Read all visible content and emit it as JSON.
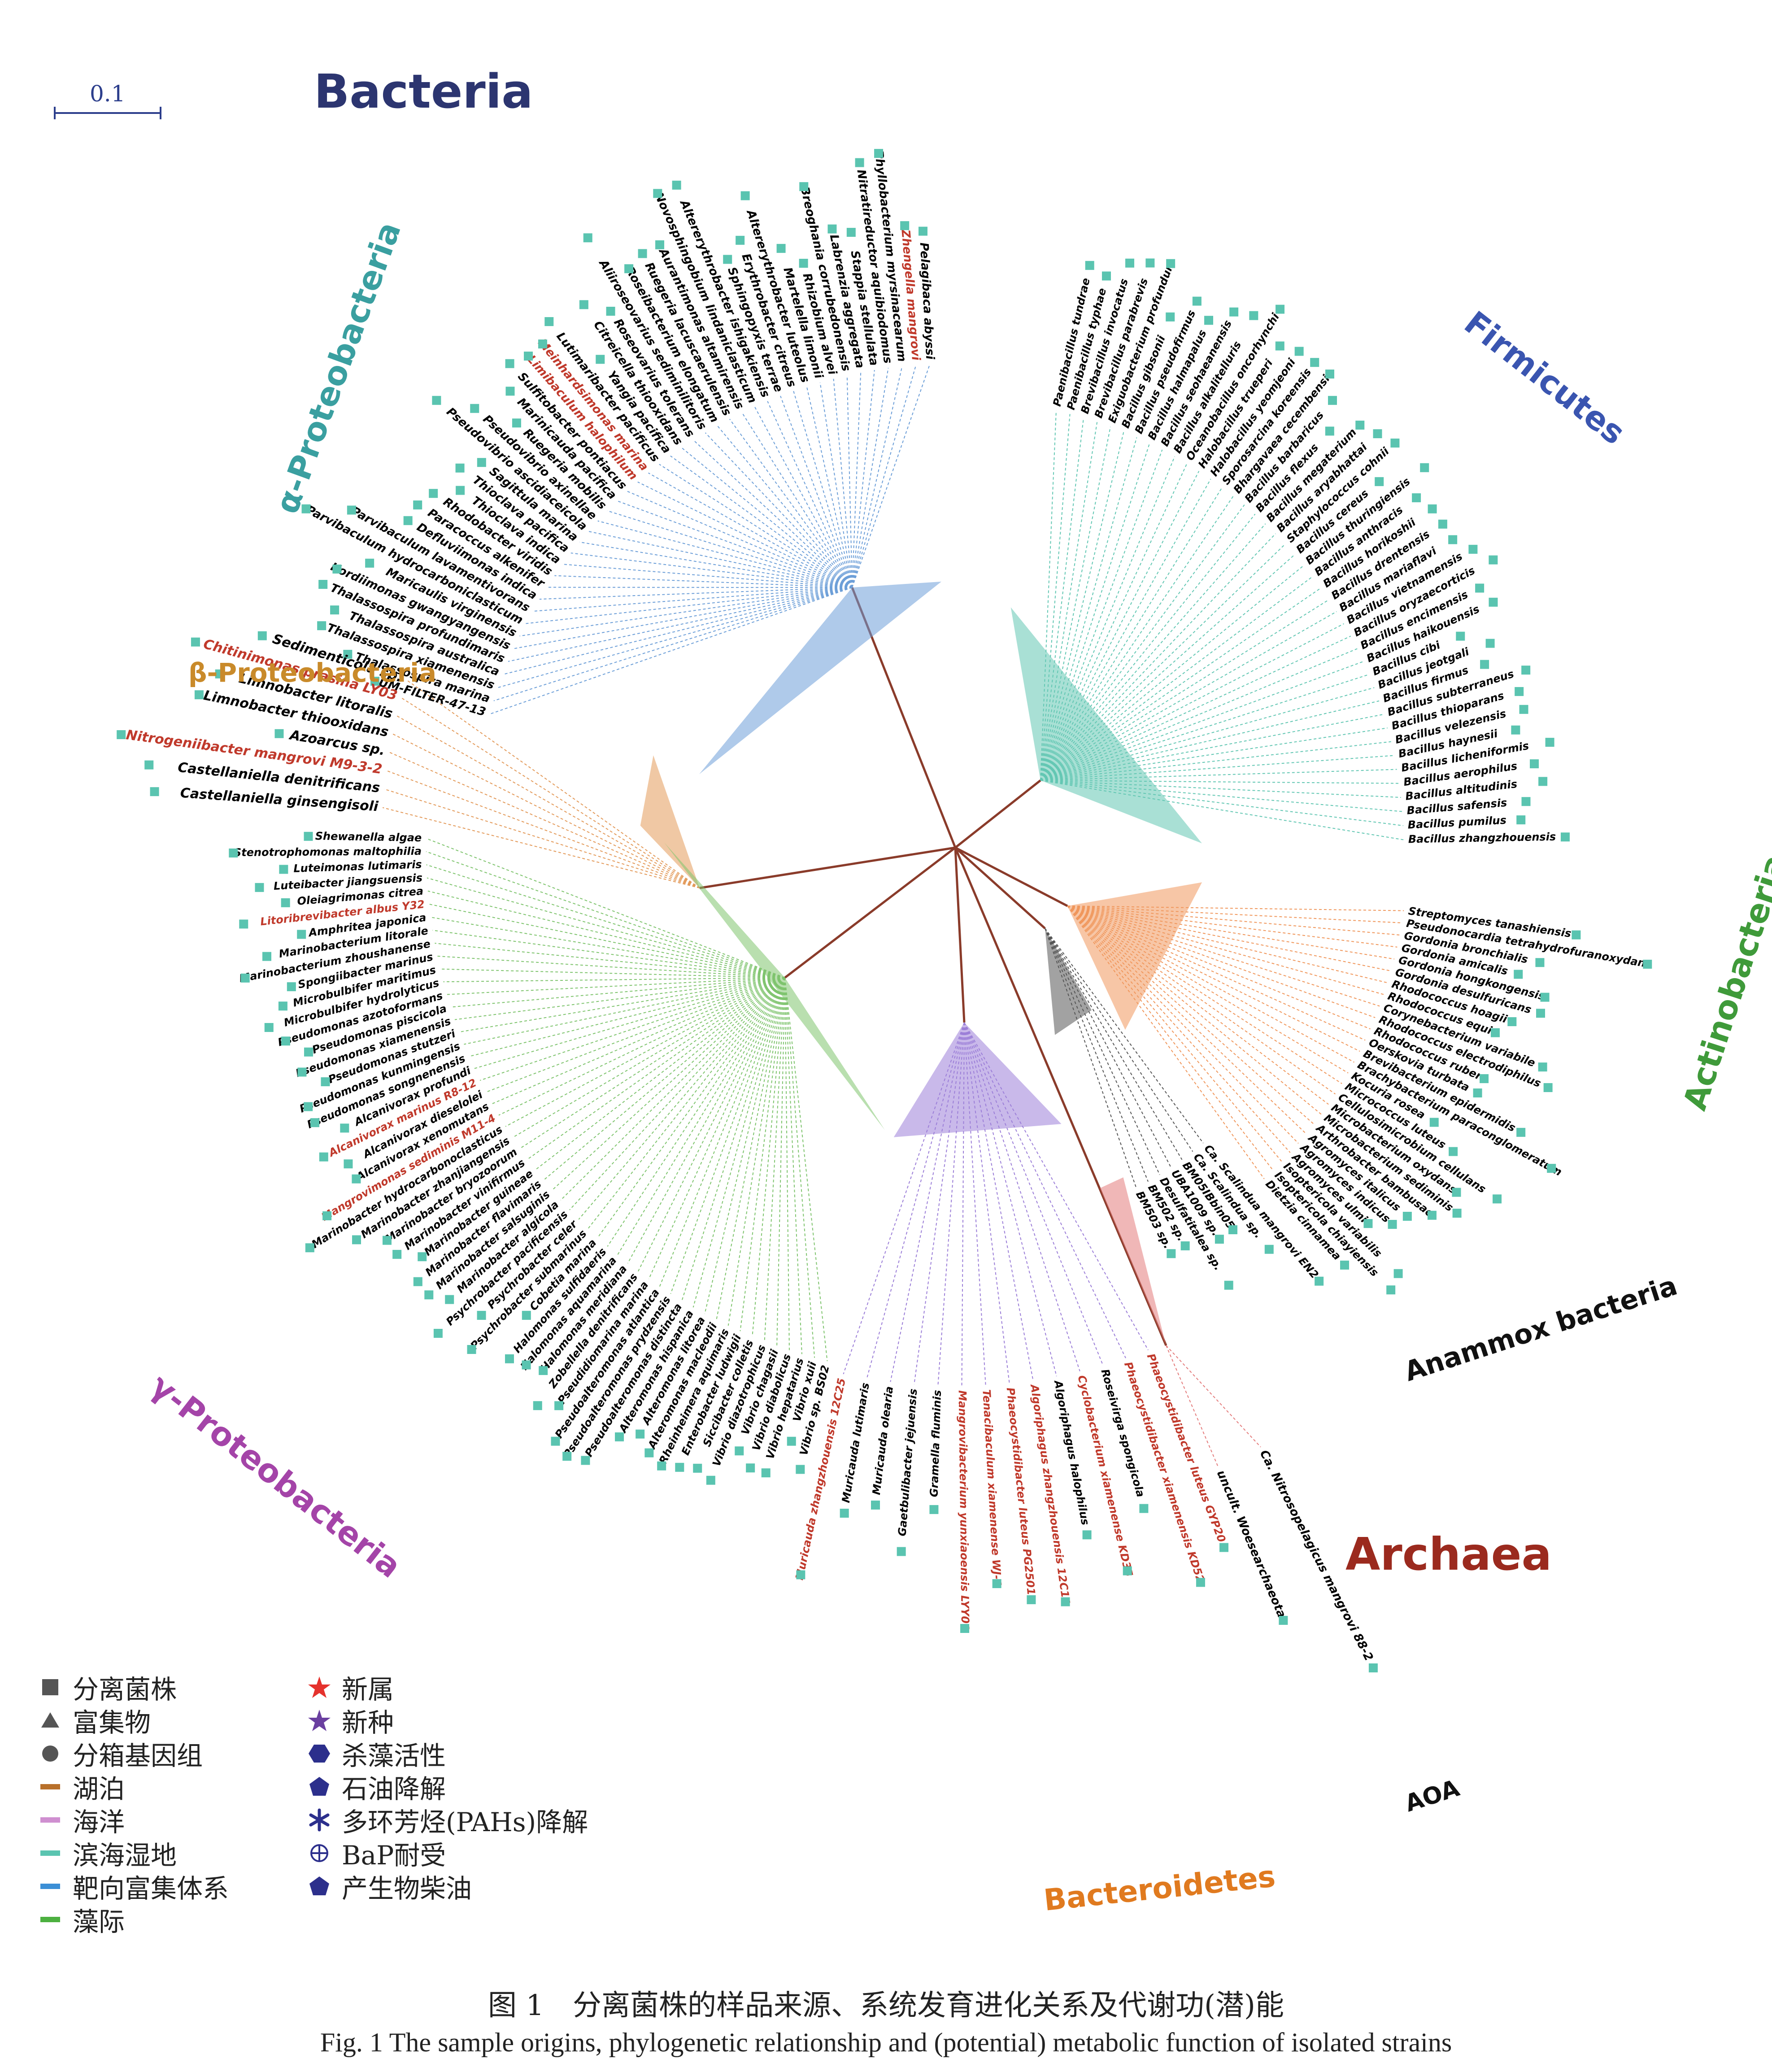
{
  "scale_bar": {
    "label": "0.1"
  },
  "groups": [
    {
      "key": "bacteria",
      "label": "Bacteria",
      "color": "#2c3570"
    },
    {
      "key": "alpha",
      "label": "α-Proteobacteria",
      "color": "#3a9fa0"
    },
    {
      "key": "beta",
      "label": "β-Proteobacteria",
      "color": "#c98a2a"
    },
    {
      "key": "gamma",
      "label": "γ-Proteobacteria",
      "color": "#a444a8"
    },
    {
      "key": "firmicutes",
      "label": "Firmicutes",
      "color": "#3a55b0"
    },
    {
      "key": "actino",
      "label": "Actinobacteria",
      "color": "#3f9a3a"
    },
    {
      "key": "anammox",
      "label": "Anammox bacteria",
      "color": "#111111"
    },
    {
      "key": "archaea",
      "label": "Archaea",
      "color": "#9b2a1e"
    },
    {
      "key": "bacteroidetes",
      "label": "Bacteroidetes",
      "color": "#e07a1f"
    },
    {
      "key": "aoa",
      "label": "AOA",
      "color": "#111111"
    }
  ],
  "leaves": {
    "alpha": [
      "UM-FILTER-47-13",
      "Thalassospira marina",
      "Thalassospira xiamenensis",
      "Thalassospira australica",
      "Thalassospira profundimaris",
      "Kordiimonas gwangyangensis",
      "Maricaulis virginensis",
      "Parvibaculum hydrocarboniclasticum",
      "Parvibaculum lavamentivorans",
      "Defluviimonas indica",
      "Paracoccus alkenifer",
      "Rhodobacter viridis",
      "Thioclava indica",
      "Thioclava pacifica",
      "Sagittula marina",
      "Pseudovibrio ascidiaceicola",
      "Pseudovibrio axinellae",
      "Ruegeria mobilis",
      "Marinicauda pacifica",
      "Sulfitobacter pontiacus",
      "Limibaculum halophilum",
      "Meinhardsimonas marina",
      "Lutimaribacter pacificus",
      "Yangia pacifica",
      "Citreicella thiooxidans",
      "Roseovarius tolerans",
      "Aliiroseovarius sediminilitoris",
      "Roseibacterium elongatum",
      "Ruegeria lacuscaerulensis",
      "Aurantimonas altamirensis",
      "Novosphingobium lindaniclasticum",
      "Altererythrobacter ishigakiensis",
      "Sphingopyxis terrae",
      "Erythrobacter citreus",
      "Altererythrobacter luteolus",
      "Martelella limonii",
      "Rhizobium alvei",
      "Breoghania corrubedonensis",
      "Labrenzia aggregata",
      "Stappia stellulata",
      "Nitratireductor aquibiodomus",
      "Phyllobacterium myrsinacearum",
      "Zhengella mangrovi",
      "Pelagibaca abyssi"
    ],
    "beta": [
      "Castellaniella ginsengisoli",
      "Castellaniella denitrificans",
      "Nitrogeniibacter mangrovi M9-3-2",
      "Azoarcus sp.",
      "Limnobacter thiooxidans",
      "Limnobacter litoralis",
      "Chitinimonas prasina LY03",
      "Sedimenticola sp."
    ],
    "gamma": [
      "Vibrio sp. BS02",
      "Vibrio xuii",
      "Vibrio hepatarius",
      "Vibrio diabolicus",
      "Vibrio chagasii",
      "Vibrio diazotrophicus",
      "Siccibacter colletis",
      "Enterobacter ludwigii",
      "Rheinheimera aquimaris",
      "Alteromonas macleodii",
      "Alteromonas litorea",
      "Alteromonas hispanica",
      "Pseudoalteromonas distincta",
      "Pseudoalteromonas prydzensis",
      "Pseudoalteromonas atlantica",
      "Pseudidiomarina marina",
      "Zobellella denitrificans",
      "Halomonas meridiana",
      "Halomonas aquamarina",
      "Halomonas sulfidaeris",
      "Cobetia marina",
      "Psychrobacter submarinus",
      "Psychrobacter celer",
      "Psychrobacter pacificensis",
      "Marinobacter algicola",
      "Marinobacter salsuginis",
      "Marinobacter flavimaris",
      "Marinobacter guineae",
      "Marinobacter vinifirmus",
      "Marinobacter bryozoorum",
      "Marinobacter zhanjiangensis",
      "Marinobacter hydrocarbonoclasticus",
      "Mangrovimonas sediminis M11-4",
      "Alcanivorax xenomutans",
      "Alcanivorax dieselolei",
      "Alcanivorax marinus R8-12",
      "Alcanivorax profundi",
      "Pseudomonas songnenensis",
      "Pseudomonas kunmingensis",
      "Pseudomonas stutzeri",
      "Pseudomonas xiamenensis",
      "Pseudomonas piscicola",
      "Pseudomonas azotoformans",
      "Microbulbifer hydrolyticus",
      "Microbulbifer maritimus",
      "Spongiibacter marinus",
      "Marinobacterium zhoushanense",
      "Marinobacterium litorale",
      "Amphritea japonica",
      "Litoribrevibacter albus Y32",
      "Oleiagrimonas citrea",
      "Luteibacter jiangsuensis",
      "Luteimonas lutimaris",
      "Stenotrophomonas maltophilia",
      "Shewanella algae"
    ],
    "firmicutes": [
      "Paenibacillus tundrae",
      "Paenibacillus typhae",
      "Brevibacillus invocatus",
      "Brevibacillus parabrevis",
      "Exiguobacterium profundum",
      "Bacillus gibsonii",
      "Bacillus pseudofirmus",
      "Bacillus halmapalus",
      "Bacillus seohaeanensis",
      "Bacillus alkalitelluris",
      "Oceanobacillus oncorhynchi",
      "Halobacillus trueperi",
      "Halobacillus yeomjeoni",
      "Sporosarcina koreensis",
      "Bhargavaea cecembensis",
      "Bacillus barbaricus",
      "Bacillus flexus",
      "Bacillus megaterium",
      "Bacillus aryabhattai",
      "Staphylococcus cohnii",
      "Bacillus cereus",
      "Bacillus thuringiensis",
      "Bacillus anthracis",
      "Bacillus horikoshii",
      "Bacillus drentensis",
      "Bacillus mariaflavi",
      "Bacillus vietnamensis",
      "Bacillus oryzaecorticis",
      "Bacillus encimensis",
      "Bacillus haikouensis",
      "Bacillus cibi",
      "Bacillus jeotgali",
      "Bacillus firmus",
      "Bacillus subterraneus",
      "Bacillus thioparans",
      "Bacillus velezensis",
      "Bacillus haynesii",
      "Bacillus licheniformis",
      "Bacillus aerophilus",
      "Bacillus altitudinis",
      "Bacillus safensis",
      "Bacillus pumilus",
      "Bacillus zhangzhouensis"
    ],
    "actino": [
      "Streptomyces tanashiensis",
      "Pseudonocardia tetrahydrofuranoxydans",
      "Gordonia bronchialis",
      "Gordonia amicalis",
      "Gordonia hongkongensis",
      "Gordonia desulfuricans",
      "Rhodococcus hoagii",
      "Rhodococcus equi",
      "Corynebacterium variabile",
      "Rhodococcus electrodiphilus",
      "Rhodococcus ruber",
      "Oerskovia turbata",
      "Brevibacterium epidermidis",
      "Brachybacterium paraconglomeratum",
      "Kocuria rosea",
      "Micrococcus luteus",
      "Cellulosimicrobium cellulans",
      "Microbacterium oxydans",
      "Microbacterium sediminis",
      "Arthrobacter bambusae",
      "Agromyces italicus",
      "Agromyces indicus",
      "Agromyces ulmi",
      "Isoptericola variabilis",
      "Isoptericola chiayiensis",
      "Dietzia cinnamea"
    ],
    "anammox": [
      "Ca. Scalindua mangrovi EN2",
      "Ca. Scalindua sp.",
      "BM05IBbin05",
      "UBA1009 sp.",
      "Desulfatitalea sp.",
      "BM502 sp.",
      "BM503 sp."
    ],
    "archaea": [
      "Ca. Nitrosopelagicus mangrovi 88-2",
      "uncult. Woesearchaeota"
    ],
    "bacteroidetes": [
      "Phaeocystidibacter luteus GYP20",
      "Phaeocystidibacter xiamenensis KD52",
      "Roseivirga spongicola",
      "Cyclobacterium xiamenense KD35",
      "Algoriphagus halophilus",
      "Algoriphagus zhangzhouensis 12C11",
      "Phaeocystidibacter luteus PG2501",
      "Tenacibaculum xiamenense WJ-1",
      "Mangrovibacterium yunxiaoensis LYY01",
      "Gramella fluminis",
      "Gaetbulibacter jejuensis",
      "Muricauda olearia",
      "Muricauda lutimaris",
      "Muricauda zhangzhouensis 12C25"
    ]
  },
  "new_taxa": [
    "Nitrogeniibacter mangrovi M9-3-2",
    "Chitinimonas prasina LY03",
    "Mangrovimonas sediminis M11-4",
    "Alcanivorax marinus R8-12",
    "Litoribrevibacter albus Y32",
    "Zhengella mangrovi",
    "Limibaculum halophilum",
    "Meinhardsimonas marina",
    "Phaeocystidibacter luteus GYP20",
    "Phaeocystidibacter xiamenensis KD52",
    "Cyclobacterium xiamenense KD35",
    "Algoriphagus zhangzhouensis 12C11",
    "Phaeocystidibacter luteus PG2501",
    "Tenacibaculum xiamenense WJ-1",
    "Mangrovibacterium yunxiaoensis LYY01",
    "Muricauda zhangzhouensis 12C25"
  ],
  "legend": {
    "left": [
      {
        "label": "分离菌株",
        "shape": "square",
        "color": "#555555"
      },
      {
        "label": "富集物",
        "shape": "triangle",
        "color": "#555555"
      },
      {
        "label": "分箱基因组",
        "shape": "circle",
        "color": "#555555"
      },
      {
        "label": "湖泊",
        "shape": "bar",
        "color": "#b8702a"
      },
      {
        "label": "海洋",
        "shape": "bar",
        "color": "#cf8fd0"
      },
      {
        "label": "滨海湿地",
        "shape": "bar",
        "color": "#5ac4b0"
      },
      {
        "label": "靶向富集体系",
        "shape": "bar",
        "color": "#3b8fd6"
      },
      {
        "label": "藻际",
        "shape": "bar",
        "color": "#4cb040"
      }
    ],
    "right": [
      {
        "label": "新属",
        "shape": "star",
        "color": "#e5322d"
      },
      {
        "label": "新种",
        "shape": "star",
        "color": "#6a3fa0"
      },
      {
        "label": "杀藻活性",
        "shape": "hexagon",
        "color": "#2c2f8c"
      },
      {
        "label": "石油降解",
        "shape": "pentagon",
        "color": "#2c2f8c"
      },
      {
        "label": "多环芳烃(PAHs)降解",
        "shape": "asterisk",
        "color": "#2c2f8c"
      },
      {
        "label": "BaP耐受",
        "shape": "oplus",
        "color": "#2c2f8c"
      },
      {
        "label": "产生物柴油",
        "shape": "pentagon",
        "color": "#2c2f8c"
      }
    ]
  },
  "caption": {
    "cn": "图 1　分离菌株的样品来源、系统发育进化关系及代谢功(潜)能",
    "en": "Fig. 1  The sample origins, phylogenetic relationship and (potential) metabolic function of isolated strains"
  }
}
